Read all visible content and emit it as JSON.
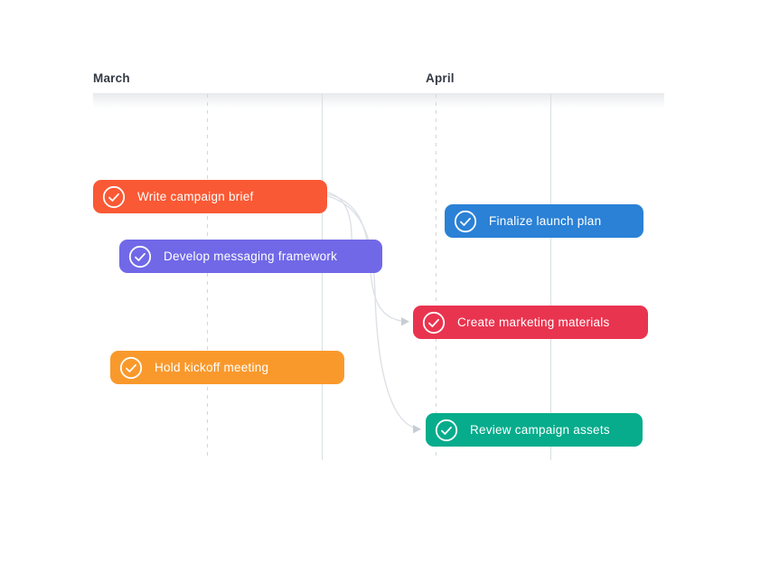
{
  "timeline": {
    "months": [
      {
        "label": "March"
      },
      {
        "label": "April"
      }
    ],
    "tasks": [
      {
        "name": "write-campaign-brief",
        "label": "Write campaign brief",
        "color": "#F95934",
        "icon": "check-circle-icon",
        "month": "March"
      },
      {
        "name": "develop-messaging-framework",
        "label": "Develop messaging framework",
        "color": "#7068E7",
        "icon": "check-circle-icon",
        "month": "March"
      },
      {
        "name": "hold-kickoff-meeting",
        "label": "Hold kickoff meeting",
        "color": "#F9992C",
        "icon": "check-circle-icon",
        "month": "March"
      },
      {
        "name": "finalize-launch-plan",
        "label": "Finalize launch plan",
        "color": "#2A81D6",
        "icon": "check-circle-icon",
        "month": "April"
      },
      {
        "name": "create-marketing-materials",
        "label": "Create marketing materials",
        "color": "#E9344F",
        "icon": "check-circle-icon",
        "month": "April"
      },
      {
        "name": "review-campaign-assets",
        "label": "Review campaign assets",
        "color": "#06AC8C",
        "icon": "check-circle-icon",
        "month": "April"
      }
    ],
    "dependencies": [
      {
        "from": "write-campaign-brief",
        "to": "develop-messaging-framework"
      },
      {
        "from": "write-campaign-brief",
        "to": "create-marketing-materials"
      },
      {
        "from": "write-campaign-brief",
        "to": "review-campaign-assets"
      }
    ],
    "colors": {
      "gridline_dashed": "#D2D6DA",
      "gridline_solid": "#D9DFE2",
      "connector": "#DDE1E6",
      "arrowhead": "#C7CDD4",
      "header_band": "#E7E9EB",
      "month_text": "#333A44",
      "task_text": "#FFFFFF"
    }
  }
}
